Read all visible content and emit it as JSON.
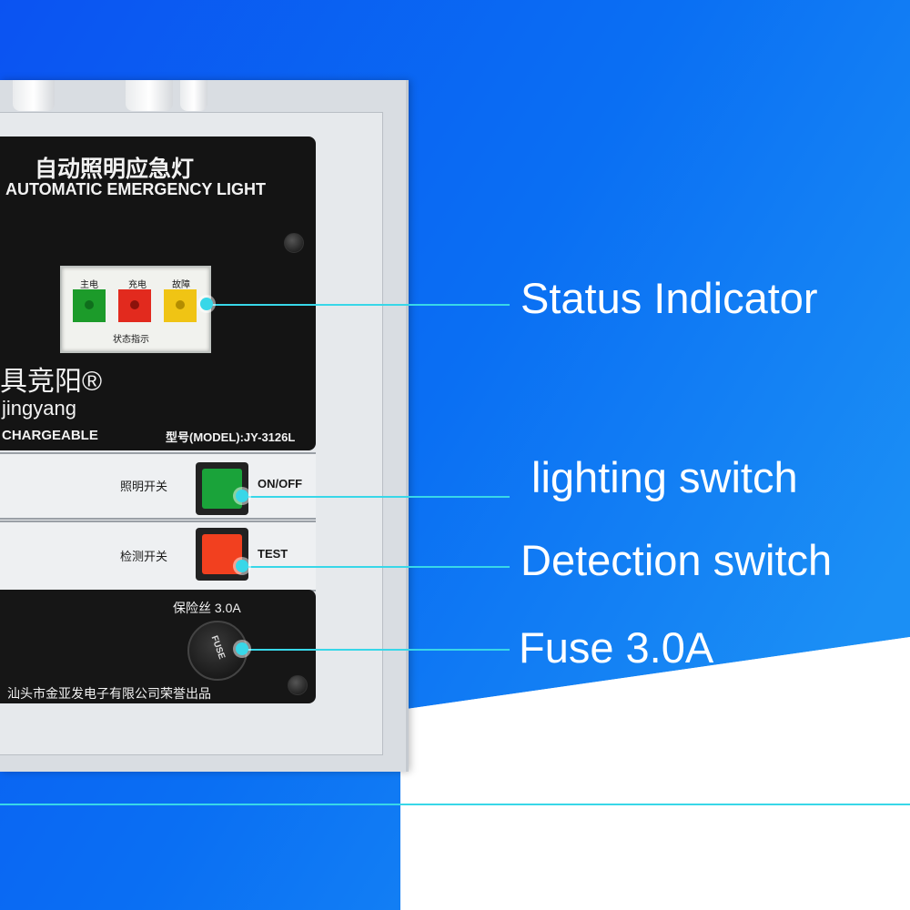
{
  "device": {
    "title_cn": "自动照明应急灯",
    "title_en": "AUTOMATIC EMERGENCY LIGHT",
    "indicator_labels": [
      "主电",
      "充电",
      "故障"
    ],
    "indicator_caption": "状态指示",
    "brand_cn": "具竞阳®",
    "brand_en": "jingyang",
    "rechargeable": "CHARGEABLE",
    "model": "型号(MODEL):JY-3126L",
    "lighting_switch_cn": "照明开关",
    "lighting_switch_en": "ON/OFF",
    "test_switch_cn": "检测开关",
    "test_switch_en": "TEST",
    "fuse_label": "保险丝  3.0A",
    "fuse_cap": "FUSE",
    "manufacturer": "汕头市金亚发电子有限公司荣誉出品"
  },
  "callouts": {
    "status_indicator": "Status Indicator",
    "lighting_switch": "lighting switch",
    "detection_switch": "Detection switch",
    "fuse": "Fuse 3.0A"
  },
  "colors": {
    "accent": "#38d7e8",
    "led_green": "#1c9b2a",
    "led_red": "#e22a1e",
    "led_yellow": "#f0c414",
    "button_green": "#1aa33a",
    "button_red": "#f2401f",
    "background_blue": "#0a4ff0"
  }
}
